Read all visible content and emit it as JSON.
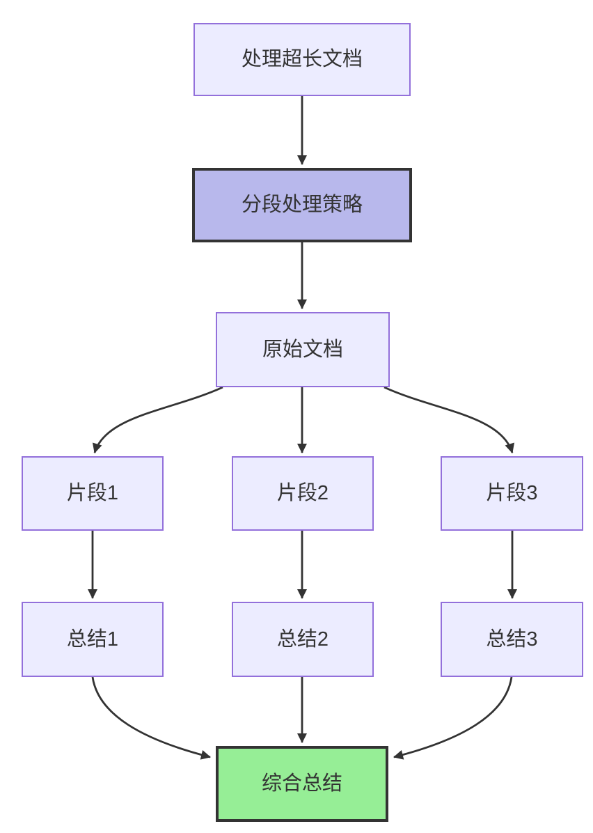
{
  "diagram": {
    "type": "flowchart",
    "direction": "top-down",
    "colors": {
      "background": "#ffffff",
      "node_fill": "#ececff",
      "node_border": "#9370db",
      "highlight_fill": "#b8b8ec",
      "highlight_border": "#333333",
      "success_fill": "#96ee96",
      "success_border": "#333333",
      "edge_stroke": "#333333",
      "text": "#333333"
    },
    "nodes": [
      {
        "id": "doc",
        "label": "处理超长文档",
        "style": "default"
      },
      {
        "id": "strategy",
        "label": "分段处理策略",
        "style": "highlight"
      },
      {
        "id": "original",
        "label": "原始文档",
        "style": "default"
      },
      {
        "id": "seg1",
        "label": "片段1",
        "style": "default"
      },
      {
        "id": "seg2",
        "label": "片段2",
        "style": "default"
      },
      {
        "id": "seg3",
        "label": "片段3",
        "style": "default"
      },
      {
        "id": "sum1",
        "label": "总结1",
        "style": "default"
      },
      {
        "id": "sum2",
        "label": "总结2",
        "style": "default"
      },
      {
        "id": "sum3",
        "label": "总结3",
        "style": "default"
      },
      {
        "id": "final",
        "label": "综合总结",
        "style": "success"
      }
    ],
    "edges": [
      {
        "from": "doc",
        "to": "strategy"
      },
      {
        "from": "strategy",
        "to": "original"
      },
      {
        "from": "original",
        "to": "seg1"
      },
      {
        "from": "original",
        "to": "seg2"
      },
      {
        "from": "original",
        "to": "seg3"
      },
      {
        "from": "seg1",
        "to": "sum1"
      },
      {
        "from": "seg2",
        "to": "sum2"
      },
      {
        "from": "seg3",
        "to": "sum3"
      },
      {
        "from": "sum1",
        "to": "final"
      },
      {
        "from": "sum2",
        "to": "final"
      },
      {
        "from": "sum3",
        "to": "final"
      }
    ]
  }
}
